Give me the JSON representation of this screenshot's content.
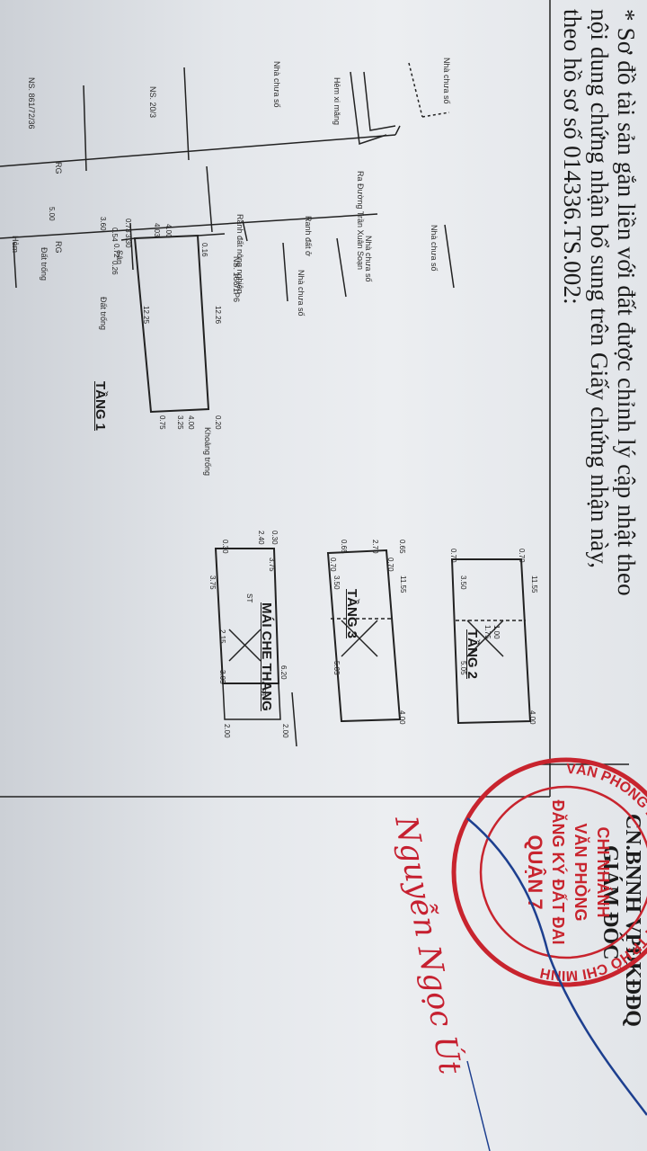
{
  "document": {
    "heading_lines": [
      "* Sơ đồ tài sản gắn liền với đất được chỉnh lý cập nhật theo",
      "nội dung chứng nhận bổ sung trên Giấy chứng nhận này,",
      "theo hồ sơ số 014336.TS.002:"
    ]
  },
  "site_labels": {
    "nha_chua_so": "Nhà chưa số",
    "hem_xi_mang": "Hẻm xi măng",
    "ns_20_3": "NS. 20/3",
    "ns_861": "NS. 861/72/36",
    "ra_duong": "Ra Đường Trần Xuân Soạn",
    "ranh_dat_nong_nghiep": "Ranh đất nông nghiệp",
    "ranh_dat_o": "Ranh đất ở",
    "ns_166": "NS. 166/1P6",
    "dat_trong": "Đất trống",
    "san": "Sân",
    "khoang_trong": "Khoảng trống",
    "hem": "Hẻm",
    "rg": "RG"
  },
  "floors": {
    "tang1": "TẦNG 1",
    "tang2": "TẦNG 2",
    "tang3": "TẦNG 3",
    "mai_che_thang": "MÁI CHE THANG"
  },
  "dimensions": {
    "d_3_60": "3.60",
    "d_0_54": "0.54",
    "d_0_73": "0.73",
    "d_3_30": "3.30",
    "d_0_72": "0.72",
    "d_4_03": "4.03",
    "d_4_00": "4.00",
    "d_0_26": "0.26",
    "d_0_16": "0.16",
    "d_12_26": "12.26",
    "d_12_25": "12.25",
    "d_0_20": "0.20",
    "d_3_25": "3.25",
    "d_0_75": "0.75",
    "d_5_00": "5.00",
    "d_11_55": "11.55",
    "d_3_50": "3.50",
    "d_5_05": "5.05",
    "d_0_70": "0.70",
    "d_1_75": "1.75",
    "d_1_00": "1.00",
    "d_0_65": "0.65",
    "d_2_70": "2.70",
    "d_3_75": "3.75",
    "d_6_20": "6.20",
    "d_2_40": "2.40",
    "d_0_30": "0.30",
    "d_2_15": "2.15",
    "d_3_05": "3.05",
    "d_2_00": "2.00",
    "st": "ST"
  },
  "authority": {
    "cert_line1": "CN.BNNH VPĐKĐĐQ",
    "cert_line2": "GIÁM ĐỐC",
    "signature_name": "Nguyễn Ngọc Út"
  },
  "stamp": {
    "ring_text": "VĂN PHÒNG ĐĂNG KÝ ĐẤT ĐAI TP.HỒ CHÍ MINH",
    "line1": "CHI NHÁNH",
    "line2": "VĂN PHÒNG",
    "line3": "ĐĂNG KÝ ĐẤT ĐAI",
    "line4": "QUẬN 7"
  },
  "colors": {
    "ink": "#1b1b1b",
    "stamp": "#c8242e",
    "pen": "#1d3f8f"
  }
}
